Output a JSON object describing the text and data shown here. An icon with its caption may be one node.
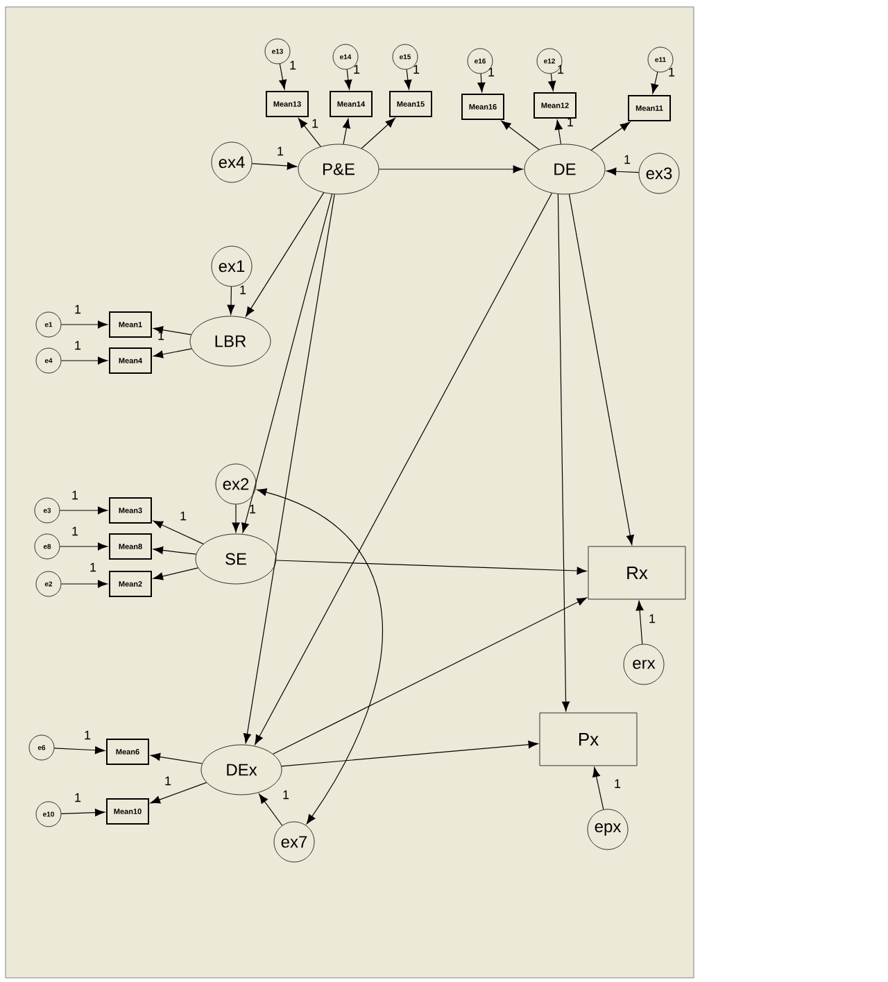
{
  "diagram": {
    "nodes": [
      {
        "text": [
          "e13"
        ]
      },
      {
        "text": [
          "e14"
        ]
      },
      {
        "text": [
          "e15"
        ]
      },
      {
        "text": [
          "e16"
        ]
      },
      {
        "text": [
          "e12"
        ]
      },
      {
        "text": [
          "e11"
        ]
      },
      {
        "text": [
          "Mean13"
        ]
      },
      {
        "text": [
          "Mean14"
        ]
      },
      {
        "text": [
          "Mean15"
        ]
      },
      {
        "text": [
          "Mean16"
        ]
      },
      {
        "text": [
          "Mean12"
        ]
      },
      {
        "text": [
          "Mean11"
        ]
      },
      {
        "text": [
          "ex4"
        ]
      },
      {
        "text": [
          "P&E"
        ]
      },
      {
        "text": [
          "DE"
        ]
      },
      {
        "text": [
          "ex3"
        ]
      },
      {
        "text": [
          "ex1"
        ]
      },
      {
        "text": [
          "e1"
        ]
      },
      {
        "text": [
          "Mean1"
        ]
      },
      {
        "text": [
          "LBR"
        ]
      },
      {
        "text": [
          "e4"
        ]
      },
      {
        "text": [
          "Mean4"
        ]
      },
      {
        "text": [
          "ex2"
        ]
      },
      {
        "text": [
          "e3"
        ]
      },
      {
        "text": [
          "Mean3"
        ]
      },
      {
        "text": [
          "SE"
        ]
      },
      {
        "text": [
          "e8"
        ]
      },
      {
        "text": [
          "Mean8"
        ]
      },
      {
        "text": [
          "e2"
        ]
      },
      {
        "text": [
          "Mean2"
        ]
      },
      {
        "text": [
          "Rx"
        ]
      },
      {
        "text": [
          "erx"
        ]
      },
      {
        "text": [
          "e6"
        ]
      },
      {
        "text": [
          "Mean6"
        ]
      },
      {
        "text": [
          "DEx"
        ]
      },
      {
        "text": [
          "Px"
        ]
      },
      {
        "text": [
          "e10"
        ]
      },
      {
        "text": [
          "Mean10"
        ]
      },
      {
        "text": [
          "ex7"
        ]
      },
      {
        "text": [
          "epx"
        ]
      }
    ],
    "edges": [
      {
        "from": 0,
        "to": 6,
        "arrow": "to",
        "label": "1"
      },
      {
        "from": 1,
        "to": 7,
        "arrow": "to",
        "label": "1"
      },
      {
        "from": 2,
        "to": 8,
        "arrow": "to",
        "label": "1"
      },
      {
        "from": 3,
        "to": 9,
        "arrow": "to",
        "label": "1"
      },
      {
        "from": 4,
        "to": 10,
        "arrow": "to",
        "label": "1"
      },
      {
        "from": 5,
        "to": 11,
        "arrow": "to",
        "label": "1"
      },
      {
        "from": 13,
        "to": 6,
        "arrow": "to",
        "label": "1"
      },
      {
        "from": 13,
        "to": 7,
        "arrow": "to"
      },
      {
        "from": 13,
        "to": 8,
        "arrow": "to"
      },
      {
        "from": 14,
        "to": 9,
        "arrow": "to"
      },
      {
        "from": 14,
        "to": 10,
        "arrow": "to",
        "label": "1"
      },
      {
        "from": 14,
        "to": 11,
        "arrow": "to"
      },
      {
        "from": 12,
        "to": 13,
        "arrow": "to",
        "label": "1"
      },
      {
        "from": 15,
        "to": 14,
        "arrow": "to",
        "label": "1"
      },
      {
        "from": 13,
        "to": 14,
        "arrow": "to"
      },
      {
        "from": 13,
        "to": 19,
        "arrow": "to"
      },
      {
        "from": 13,
        "to": 25,
        "arrow": "to"
      },
      {
        "from": 13,
        "to": 34,
        "arrow": "to"
      },
      {
        "from": 14,
        "to": 34,
        "arrow": "to"
      },
      {
        "from": 14,
        "to": 30,
        "arrow": "to"
      },
      {
        "from": 14,
        "to": 35,
        "arrow": "to"
      },
      {
        "from": 16,
        "to": 19,
        "arrow": "to",
        "label": "1"
      },
      {
        "from": 17,
        "to": 18,
        "arrow": "to",
        "label": "1"
      },
      {
        "from": 19,
        "to": 18,
        "arrow": "to",
        "label": "1"
      },
      {
        "from": 20,
        "to": 21,
        "arrow": "to",
        "label": "1"
      },
      {
        "from": 19,
        "to": 21,
        "arrow": "to"
      },
      {
        "from": 22,
        "to": 25,
        "arrow": "to",
        "label": "1"
      },
      {
        "from": 23,
        "to": 24,
        "arrow": "to",
        "label": "1"
      },
      {
        "from": 25,
        "to": 24,
        "arrow": "to",
        "label": "1"
      },
      {
        "from": 26,
        "to": 27,
        "arrow": "to",
        "label": "1"
      },
      {
        "from": 25,
        "to": 27,
        "arrow": "to"
      },
      {
        "from": 28,
        "to": 29,
        "arrow": "to",
        "label": "1"
      },
      {
        "from": 25,
        "to": 29,
        "arrow": "to"
      },
      {
        "from": 25,
        "to": 30,
        "arrow": "to"
      },
      {
        "from": 31,
        "to": 30,
        "arrow": "to",
        "label": "1"
      },
      {
        "from": 34,
        "to": 30,
        "arrow": "to"
      },
      {
        "from": 34,
        "to": 35,
        "arrow": "to"
      },
      {
        "from": 39,
        "to": 35,
        "arrow": "to",
        "label": "1"
      },
      {
        "from": 32,
        "to": 33,
        "arrow": "to",
        "label": "1"
      },
      {
        "from": 34,
        "to": 33,
        "arrow": "to"
      },
      {
        "from": 36,
        "to": 37,
        "arrow": "to",
        "label": "1"
      },
      {
        "from": 34,
        "to": 37,
        "arrow": "to",
        "label": "1"
      },
      {
        "from": 38,
        "to": 34,
        "arrow": "to",
        "label": "1"
      },
      {
        "from": 22,
        "to": 38,
        "arrow": "both"
      }
    ]
  }
}
